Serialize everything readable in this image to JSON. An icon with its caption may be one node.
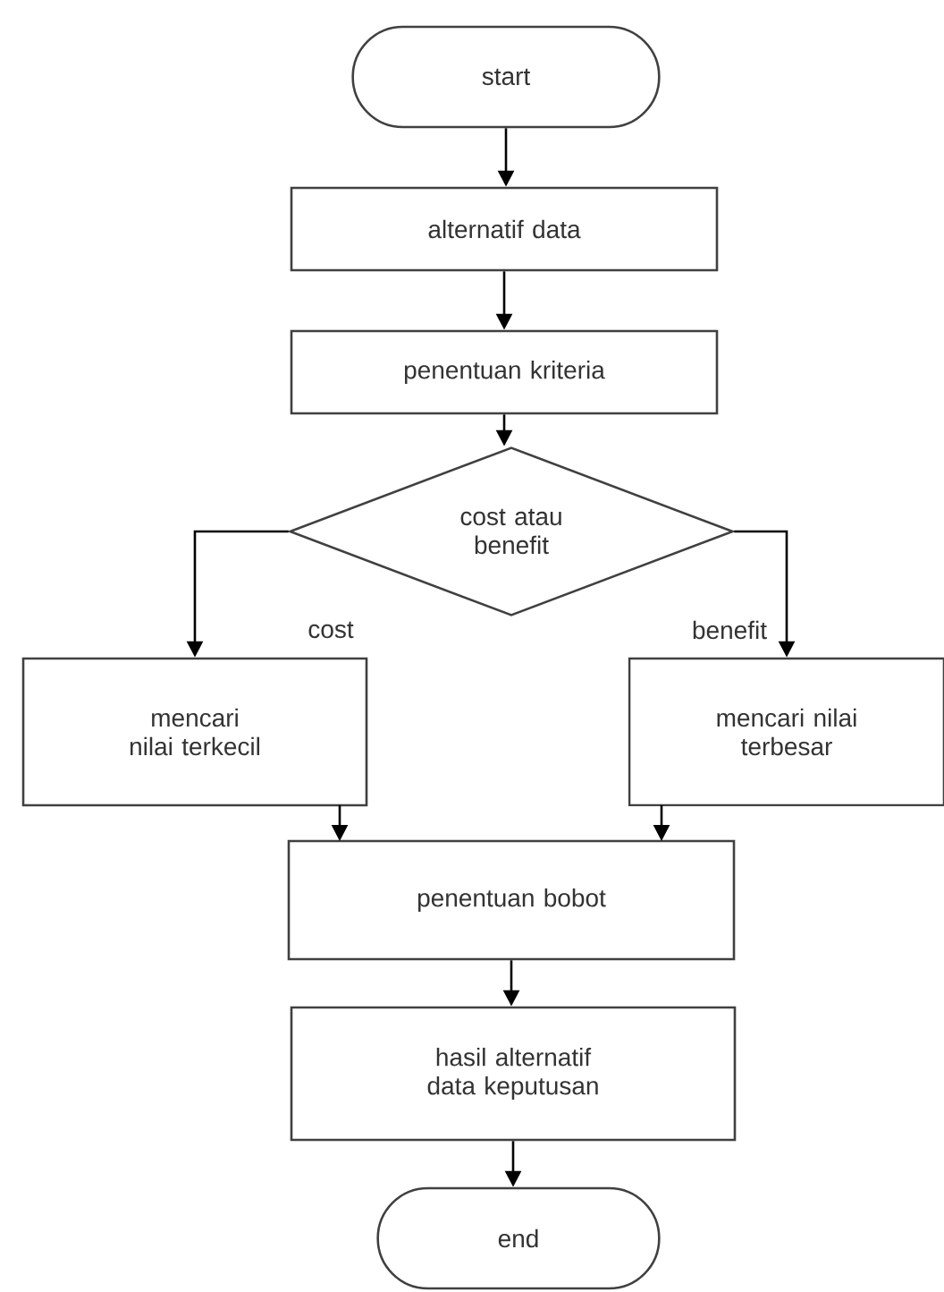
{
  "diagram": {
    "nodes": [
      {
        "text": [
          "start"
        ]
      },
      {
        "text": [
          "alternatif data"
        ]
      },
      {
        "text": [
          "penentuan kriteria"
        ]
      },
      {
        "text": [
          "cost atau benefit"
        ]
      },
      {
        "text": [
          "mencari nilai terkecil"
        ]
      },
      {
        "text": [
          "mencari nilai terbesar"
        ]
      },
      {
        "text": [
          "penentuan bobot"
        ]
      },
      {
        "text": [
          "hasil alternatif data keputusan"
        ]
      },
      {
        "text": [
          "end"
        ]
      }
    ],
    "edges": [
      {
        "from": 0,
        "to": 1,
        "arrow": "to"
      },
      {
        "from": 1,
        "to": 2,
        "arrow": "to"
      },
      {
        "from": 2,
        "to": 3,
        "arrow": "to"
      },
      {
        "from": 3,
        "to": 4,
        "arrow": "to",
        "label": "cost"
      },
      {
        "from": 3,
        "to": 5,
        "arrow": "to",
        "label": "benefit"
      },
      {
        "from": 4,
        "to": 6,
        "arrow": "to"
      },
      {
        "from": 5,
        "to": 6,
        "arrow": "to"
      },
      {
        "from": 6,
        "to": 7,
        "arrow": "to"
      },
      {
        "from": 7,
        "to": 8,
        "arrow": "to"
      }
    ]
  }
}
